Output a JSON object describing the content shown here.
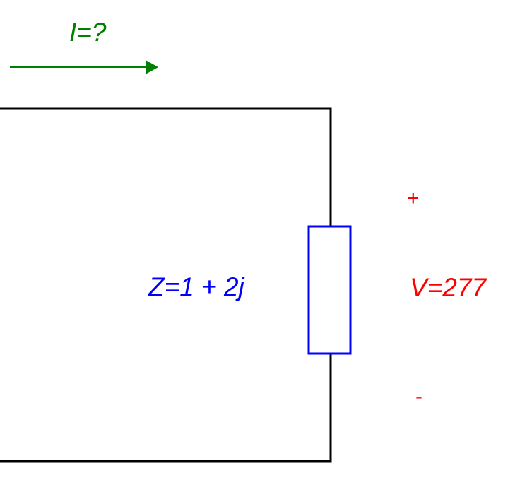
{
  "labels": {
    "current": "I=?",
    "impedance": "Z=1 + 2j",
    "voltage": "V=277",
    "plus": "+",
    "minus": "-"
  },
  "colors": {
    "wire": "#000000",
    "resistor": "#0000ff",
    "current": "#008000",
    "voltage": "#ff0000",
    "impedance": "#0000ff"
  }
}
